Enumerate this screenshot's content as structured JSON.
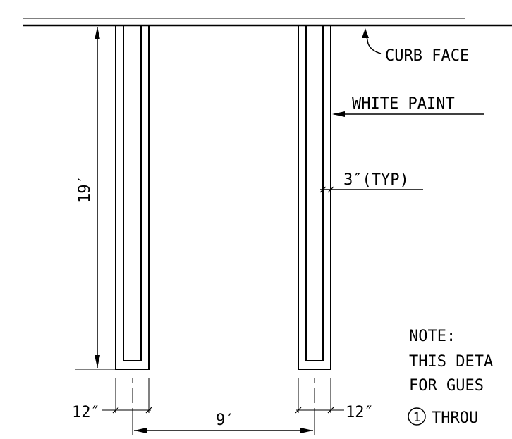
{
  "labels": {
    "curb_face": "CURB FACE",
    "white_paint": "WHITE PAINT",
    "three_inch_typ": "3″(TYP)",
    "dim_19ft": "19′",
    "dim_12in_left": "12″",
    "dim_9ft": "9′",
    "dim_12in_right": "12″"
  },
  "note": {
    "heading": "NOTE:",
    "line1": "THIS DETA",
    "line2": "FOR GUES",
    "item_number": "1",
    "item_text": "THROU"
  },
  "colors": {
    "ink": "#000000",
    "paint_line": "#000000",
    "background": "#ffffff"
  }
}
